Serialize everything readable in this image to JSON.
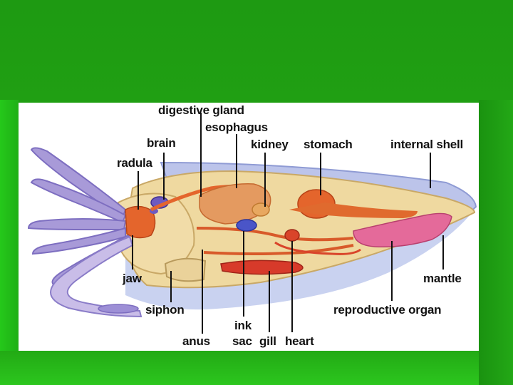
{
  "diagram": {
    "labels": {
      "digestive_gland": "digestive gland",
      "esophagus": "esophagus",
      "brain": "brain",
      "kidney": "kidney",
      "stomach": "stomach",
      "internal_shell": "internal shell",
      "radula": "radula",
      "jaw": "jaw",
      "mantle": "mantle",
      "siphon": "siphon",
      "reproductive_organ": "reproductive organ",
      "ink": "ink",
      "anus": "anus",
      "sac": "sac",
      "gill": "gill",
      "heart": "heart"
    },
    "colors": {
      "background_green": "#22a614",
      "panel": "#ffffff",
      "body": "#efd9a0",
      "shell": "#bcc3e8",
      "tentacle": "#a89ad8",
      "organ_orange": "#e4652c",
      "reproductive_pink": "#e46a9a",
      "ink_sac": "#4a55c8",
      "gill_red": "#d73a2a"
    }
  }
}
